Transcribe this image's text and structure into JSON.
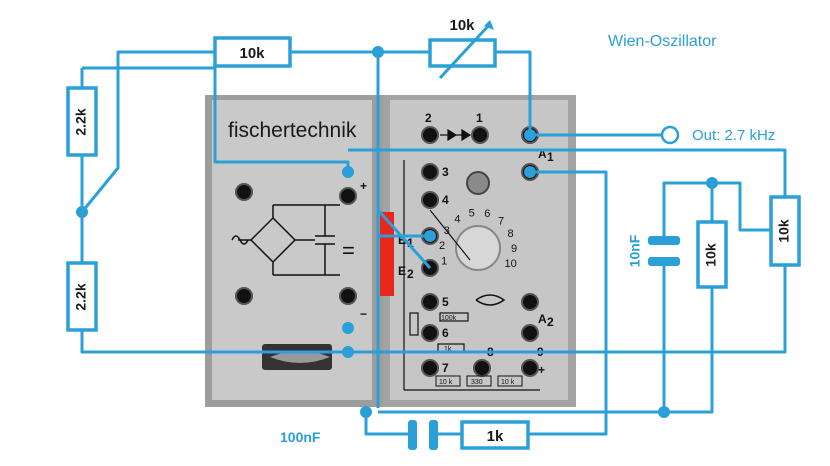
{
  "title": "Wien-Oszillator",
  "output_label": "Out: 2.7 kHz",
  "components": {
    "r_top": "10k",
    "pot_top": "10k",
    "r_left_upper": "2.2k",
    "r_left_lower": "2.2k",
    "cap_right": "10nF",
    "r_right_inner": "10k",
    "r_right_outer": "10k",
    "cap_bottom": "100nF",
    "r_bottom": "1k"
  },
  "module": {
    "brand": "fischertechnik",
    "pins_top": [
      "2",
      "1"
    ],
    "pin_a1": "A",
    "pin_a1_sub": "1",
    "pin_a2": "A",
    "pin_a2_sub": "2",
    "e1": "E",
    "e1_sub": "1",
    "e2": "E",
    "e2_sub": "2",
    "pins_left": [
      "3",
      "4",
      "5",
      "6",
      "7"
    ],
    "pin_8": "8",
    "pin_9": "9",
    "dial_numbers": [
      "1",
      "2",
      "3",
      "4",
      "5",
      "6",
      "7",
      "8",
      "9",
      "10"
    ],
    "resistor_100k": "100k",
    "resistor_1k": "1k",
    "res_row": [
      "10 k",
      "330",
      "10 k"
    ],
    "plus": "+",
    "minus": "−"
  },
  "colors": {
    "wire": "#2a9fd8",
    "accent_red": "#e8261c",
    "panel": "#b9b9b9"
  }
}
